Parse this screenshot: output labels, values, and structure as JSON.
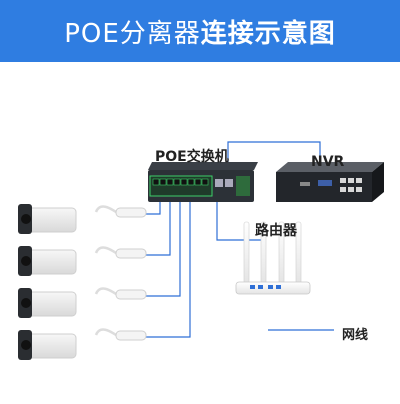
{
  "header": {
    "title_plain": "POE分离器",
    "title_bold": "连接示意图",
    "background": "#2f7de1"
  },
  "diagram": {
    "switch_label": "POE交换机",
    "nvr_label": "NVR",
    "router_label": "路由器",
    "cable_label": "网线",
    "cable_color": "#2f6fd6",
    "switch_port_count": 8,
    "camera_count": 4,
    "splitter_count": 4
  }
}
